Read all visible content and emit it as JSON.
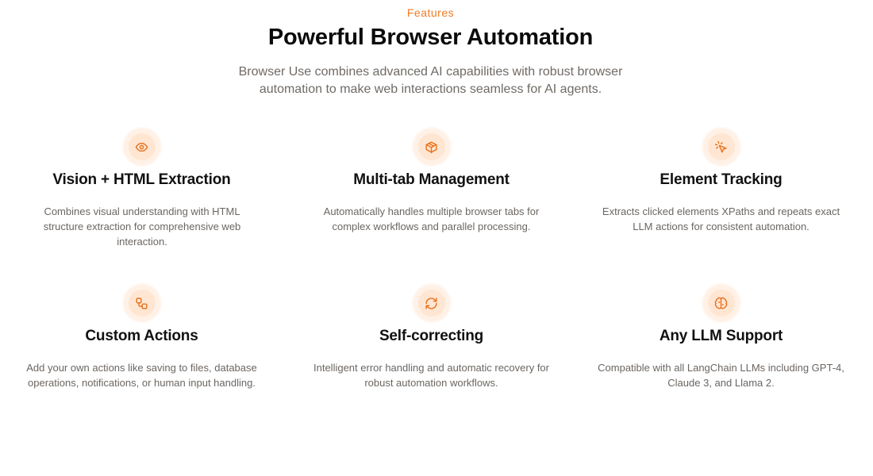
{
  "header": {
    "eyebrow": "Features",
    "title": "Powerful Browser Automation",
    "subtitle": "Browser Use combines advanced AI capabilities with robust browser automation to make web interactions seamless for AI agents."
  },
  "colors": {
    "accent": "#f07b24",
    "icon_bg": "#ffe6d3",
    "title": "#111111",
    "body_text": "#6b6662"
  },
  "features": [
    {
      "icon": "eye-icon",
      "title": "Vision + HTML Extraction",
      "description": "Combines visual understanding with HTML structure extraction for comprehensive web interaction."
    },
    {
      "icon": "package-icon",
      "title": "Multi-tab Management",
      "description": "Automatically handles multiple browser tabs for complex workflows and parallel processing."
    },
    {
      "icon": "mouse-pointer-click-icon",
      "title": "Element Tracking",
      "description": "Extracts clicked elements XPaths and repeats exact LLM actions for consistent automation."
    },
    {
      "icon": "workflow-icon",
      "title": "Custom Actions",
      "description": "Add your own actions like saving to files, database operations, notifications, or human input handling."
    },
    {
      "icon": "refresh-icon",
      "title": "Self-correcting",
      "description": "Intelligent error handling and automatic recovery for robust automation workflows."
    },
    {
      "icon": "brain-icon",
      "title": "Any LLM Support",
      "description": "Compatible with all LangChain LLMs including GPT-4, Claude 3, and Llama 2."
    }
  ]
}
